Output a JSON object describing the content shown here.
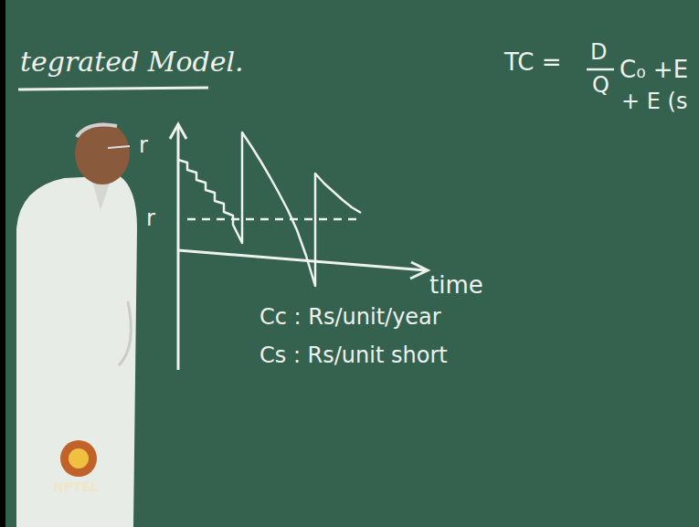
{
  "diagram": {
    "title": "tegrated Model.",
    "labels": [
      "TC =",
      "D",
      "Q",
      "C₀ +E",
      "+ E (s",
      "r",
      "r",
      "time",
      "Cc : Rs/unit/year",
      "Cs : Rs/unit short",
      "NPTEL"
    ]
  }
}
